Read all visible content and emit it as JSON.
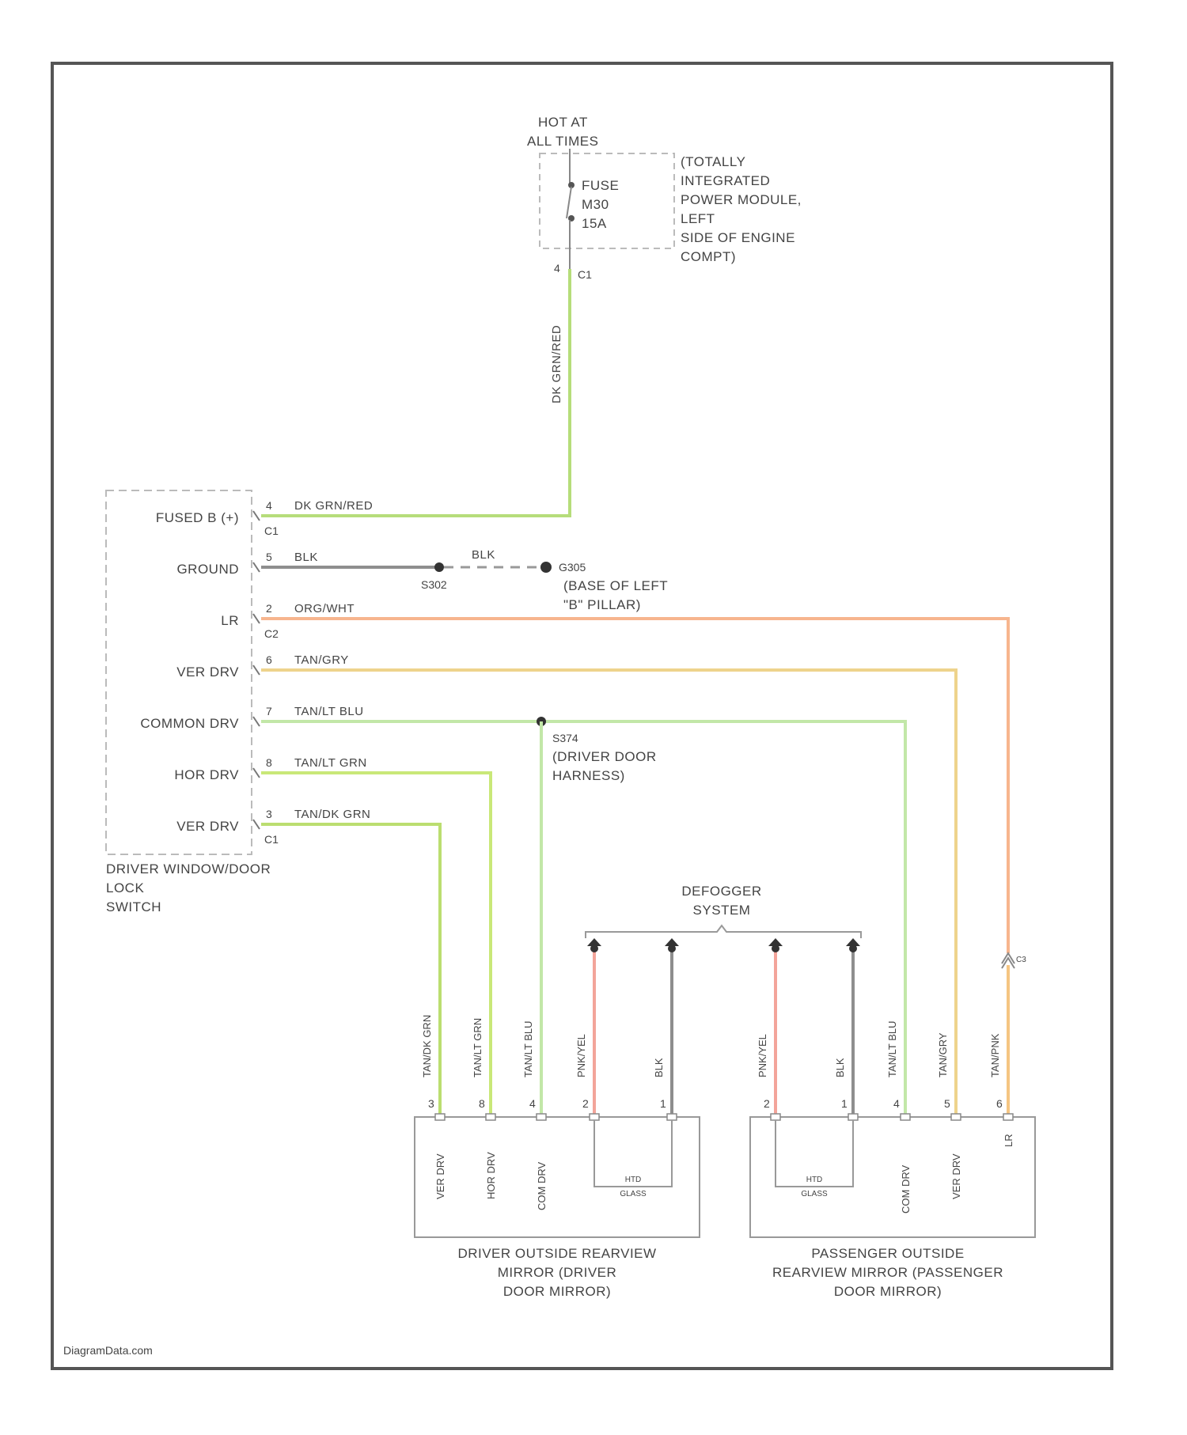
{
  "colors": {
    "dk_grn_red": "#b6dd7a",
    "blk": "#8e8e8e",
    "org_wht": "#f7b58e",
    "tan_gry": "#eed38c",
    "tan_lt_blu": "#c2e7a8",
    "tan_lt_grn": "#c9e878",
    "tan_dk_grn": "#bbde70",
    "pnk_yel": "#f3a49a",
    "tan_pnk": "#f5c582",
    "frame": "#555555",
    "dash": "#bbbbbb",
    "text": "#444444"
  },
  "power": {
    "hot_label": "HOT AT",
    "hot_label_2": "ALL TIMES",
    "fuse_lines": [
      "FUSE",
      "M30",
      "15A"
    ],
    "tipm_lines": [
      "(TOTALLY",
      "INTEGRATED",
      "POWER MODULE,",
      "LEFT",
      "SIDE OF ENGINE",
      "COMPT)"
    ],
    "pin_left": "4",
    "pin_right": "C1",
    "wire_vertical": "DK GRN/RED"
  },
  "switch": {
    "name_lines": [
      "DRIVER WINDOW/DOOR",
      "LOCK",
      "SWITCH"
    ],
    "rows": [
      {
        "label": "FUSED B (+)",
        "pin": "4",
        "wire": "DK GRN/RED",
        "connector": "C1"
      },
      {
        "label": "GROUND",
        "pin": "5",
        "wire": "BLK",
        "connector": ""
      },
      {
        "label": "LR",
        "pin": "2",
        "wire": "ORG/WHT",
        "connector": "C2"
      },
      {
        "label": "VER DRV",
        "pin": "6",
        "wire": "TAN/GRY",
        "connector": ""
      },
      {
        "label": "COMMON DRV",
        "pin": "7",
        "wire": "TAN/LT BLU",
        "connector": ""
      },
      {
        "label": "HOR DRV",
        "pin": "8",
        "wire": "TAN/LT GRN",
        "connector": ""
      },
      {
        "label": "VER DRV",
        "pin": "3",
        "wire": "TAN/DK GRN",
        "connector": "C1"
      }
    ]
  },
  "ground": {
    "wire": "BLK",
    "splice": "S302",
    "point": "G305",
    "point_lines": [
      "(BASE OF LEFT",
      "\"B\" PILLAR)"
    ]
  },
  "splice_s374": {
    "name": "S374",
    "lines": [
      "(DRIVER DOOR",
      "HARNESS)"
    ]
  },
  "defogger": {
    "lines": [
      "DEFOGGER",
      "SYSTEM"
    ]
  },
  "driver_mirror": {
    "wires": [
      "TAN/DK GRN",
      "TAN/LT GRN",
      "TAN/LT BLU",
      "PNK/YEL",
      "BLK"
    ],
    "pins": [
      "3",
      "8",
      "4",
      "2",
      "1"
    ],
    "internal": [
      "VER DRV",
      "HOR DRV",
      "COM DRV"
    ],
    "heater": [
      "HTD",
      "GLASS"
    ],
    "name_lines": [
      "DRIVER OUTSIDE REARVIEW",
      "MIRROR (DRIVER",
      "DOOR MIRROR)"
    ]
  },
  "passenger_mirror": {
    "wires": [
      "PNK/YEL",
      "BLK",
      "TAN/LT BLU",
      "TAN/GRY",
      "TAN/PNK"
    ],
    "pins": [
      "2",
      "1",
      "4",
      "5",
      "6"
    ],
    "internal": [
      "COM DRV",
      "VER DRV",
      "LR"
    ],
    "heater": [
      "HTD",
      "GLASS"
    ],
    "name_lines": [
      "PASSENGER OUTSIDE",
      "REARVIEW MIRROR (PASSENGER",
      "DOOR MIRROR)"
    ]
  },
  "inline_connector": "C3",
  "footer": "DiagramData.com"
}
